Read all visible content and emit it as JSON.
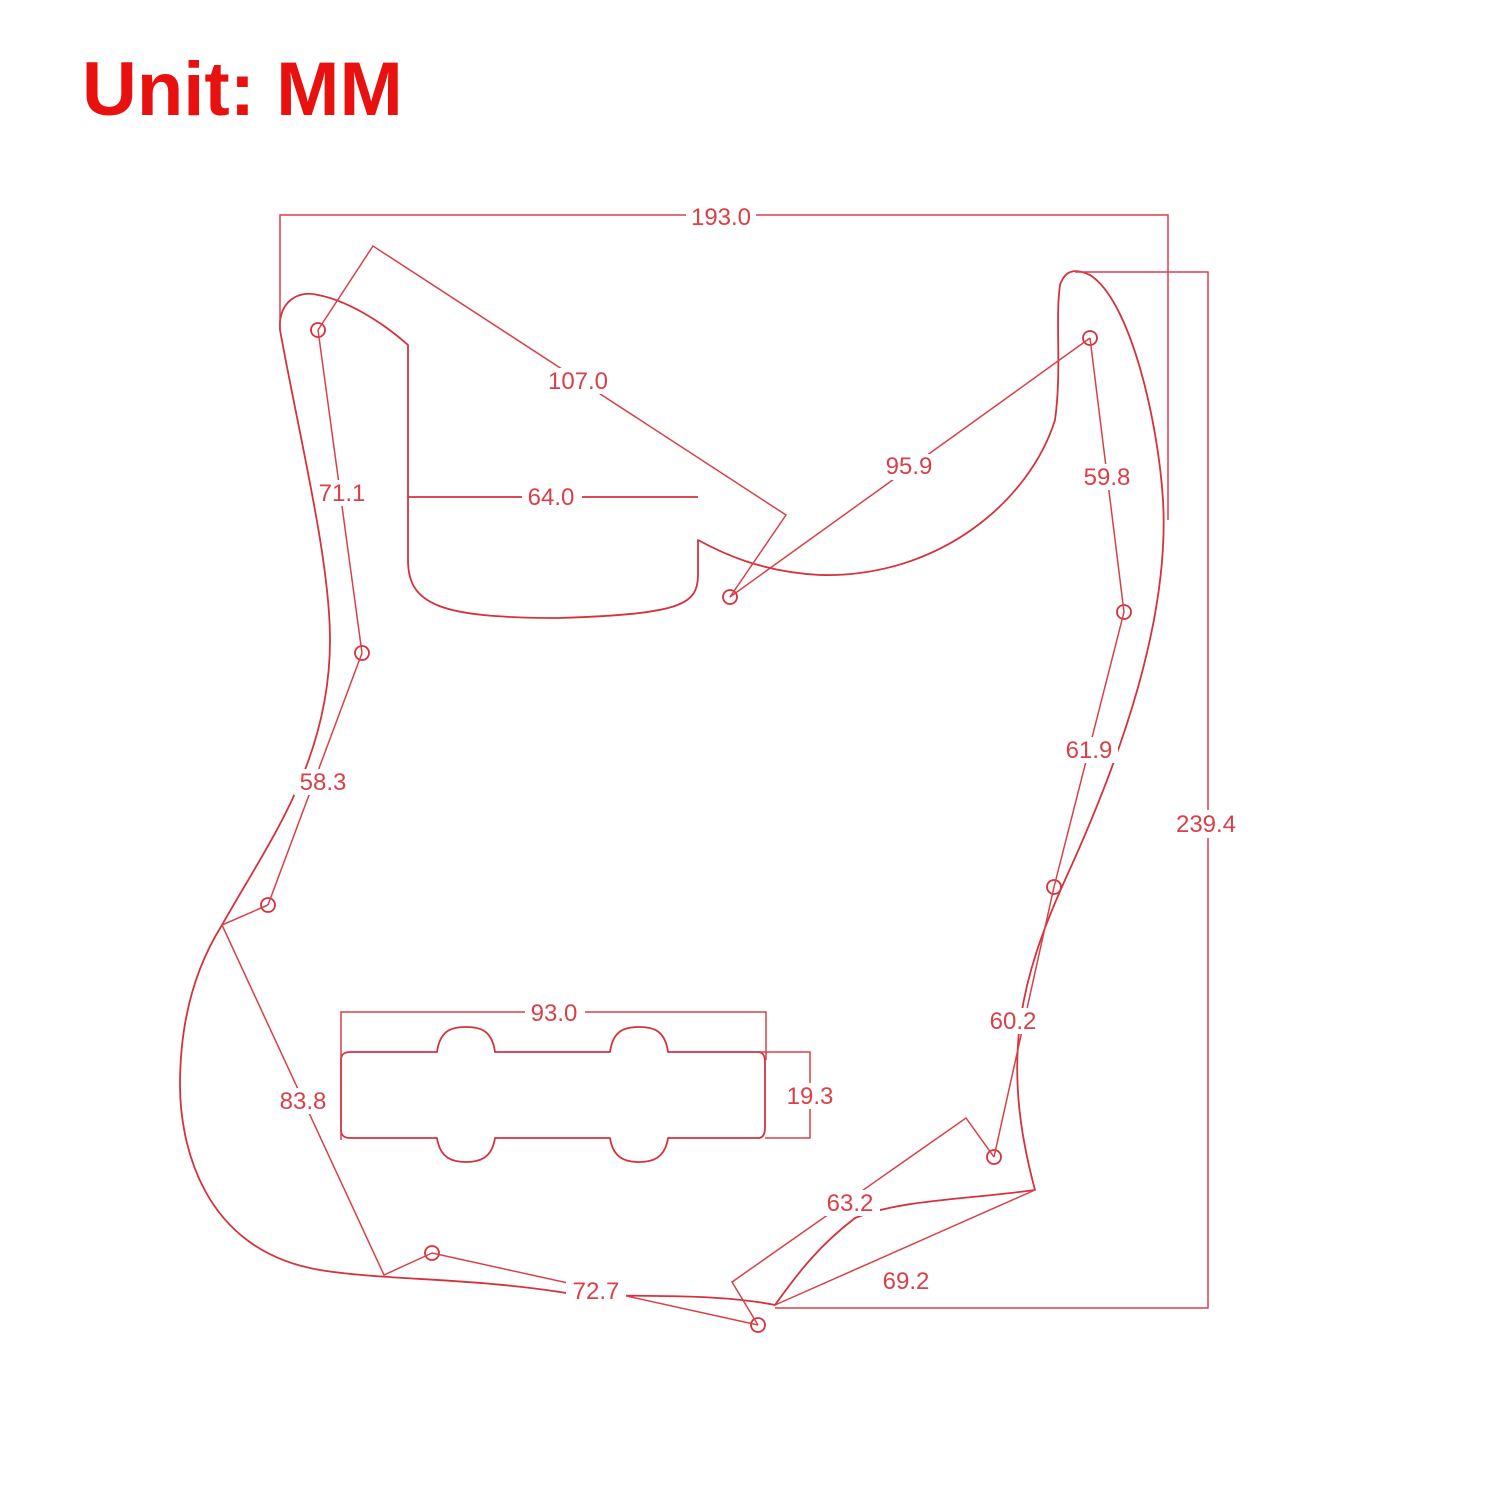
{
  "title": "Unit: MM",
  "colors": {
    "title": "#e8110f",
    "lines": "#d5323c"
  },
  "dimensions": {
    "overall_width": "193.0",
    "overall_height": "239.4",
    "upper_horn_diagonal": "107.0",
    "neck_pocket_width": "64.0",
    "upper_left_edge": "71.1",
    "lower_left_edge": "58.3",
    "bass_side_diagonal": "83.8",
    "right_horn_diagonal": "95.9",
    "right_upper_edge": "59.8",
    "right_middle_edge": "61.9",
    "right_lower_edge": "60.2",
    "pickup_length": "93.0",
    "pickup_width": "19.3",
    "bottom_left_edge": "72.7",
    "bottom_diagonal_1": "63.2",
    "bottom_diagonal_2": "69.2"
  }
}
